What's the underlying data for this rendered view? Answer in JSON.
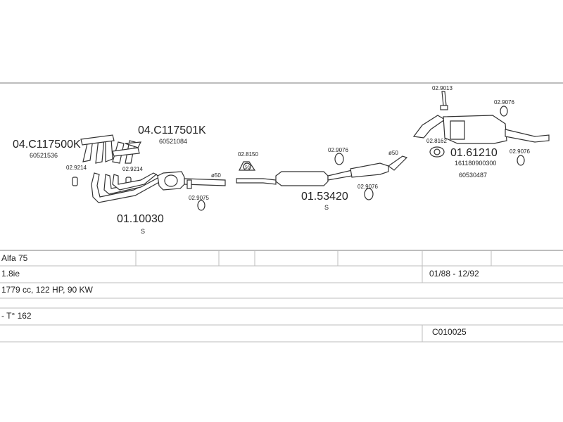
{
  "diagram": {
    "parts": [
      {
        "code": "04.C117500K",
        "ref": "60521536"
      },
      {
        "code": "04.C117501K",
        "ref": "60521084"
      },
      {
        "code": "02.9214"
      },
      {
        "code": "02.9214"
      },
      {
        "code": "01.10030",
        "tag": "S"
      },
      {
        "code": "02.9075"
      },
      {
        "code": "02.8150"
      },
      {
        "code": "02.9076"
      },
      {
        "code": "01.53420",
        "tag": "S"
      },
      {
        "code": "02.9076"
      },
      {
        "code": "02.9013"
      },
      {
        "code": "02.9076"
      },
      {
        "code": "02.8162"
      },
      {
        "code": "01.61210",
        "ref": "161180900300",
        "ref2": "60530487"
      },
      {
        "code": "02.9076"
      }
    ],
    "diameters": [
      "ø50",
      "ø50"
    ],
    "clamp_label": "50"
  },
  "table": {
    "model": "Alfa 75",
    "engine": "1.8ie",
    "period": "01/88 - 12/92",
    "specs": "1779 cc, 122 HP, 90 KW",
    "note": "- T° 162",
    "code": "C010025"
  }
}
